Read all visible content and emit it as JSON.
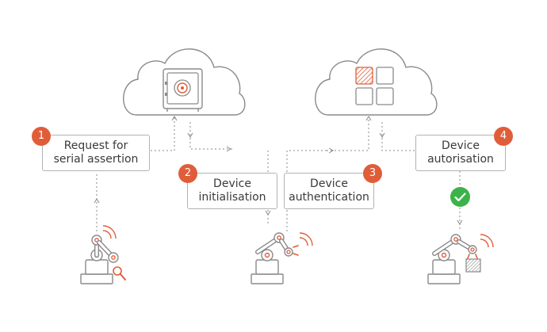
{
  "steps": [
    {
      "number": "1",
      "label": "Request for\nserial assertion"
    },
    {
      "number": "2",
      "label": "Device\ninitialisation"
    },
    {
      "number": "3",
      "label": "Device\nauthentication"
    },
    {
      "number": "4",
      "label": "Device\nautorisation"
    }
  ],
  "clouds": [
    {
      "icon": "safe-icon"
    },
    {
      "icon": "app-grid-icon"
    }
  ],
  "robots": [
    {
      "icon": "robot-arm-scanning-icon"
    },
    {
      "icon": "robot-arm-idle-icon"
    },
    {
      "icon": "robot-arm-carrying-box-icon"
    }
  ],
  "status": {
    "icon": "checkmark-icon"
  },
  "colors": {
    "accent": "#e05d3a",
    "success": "#3bb34a",
    "stroke": "#8a8a8a",
    "box_border": "#b3b3b3"
  }
}
